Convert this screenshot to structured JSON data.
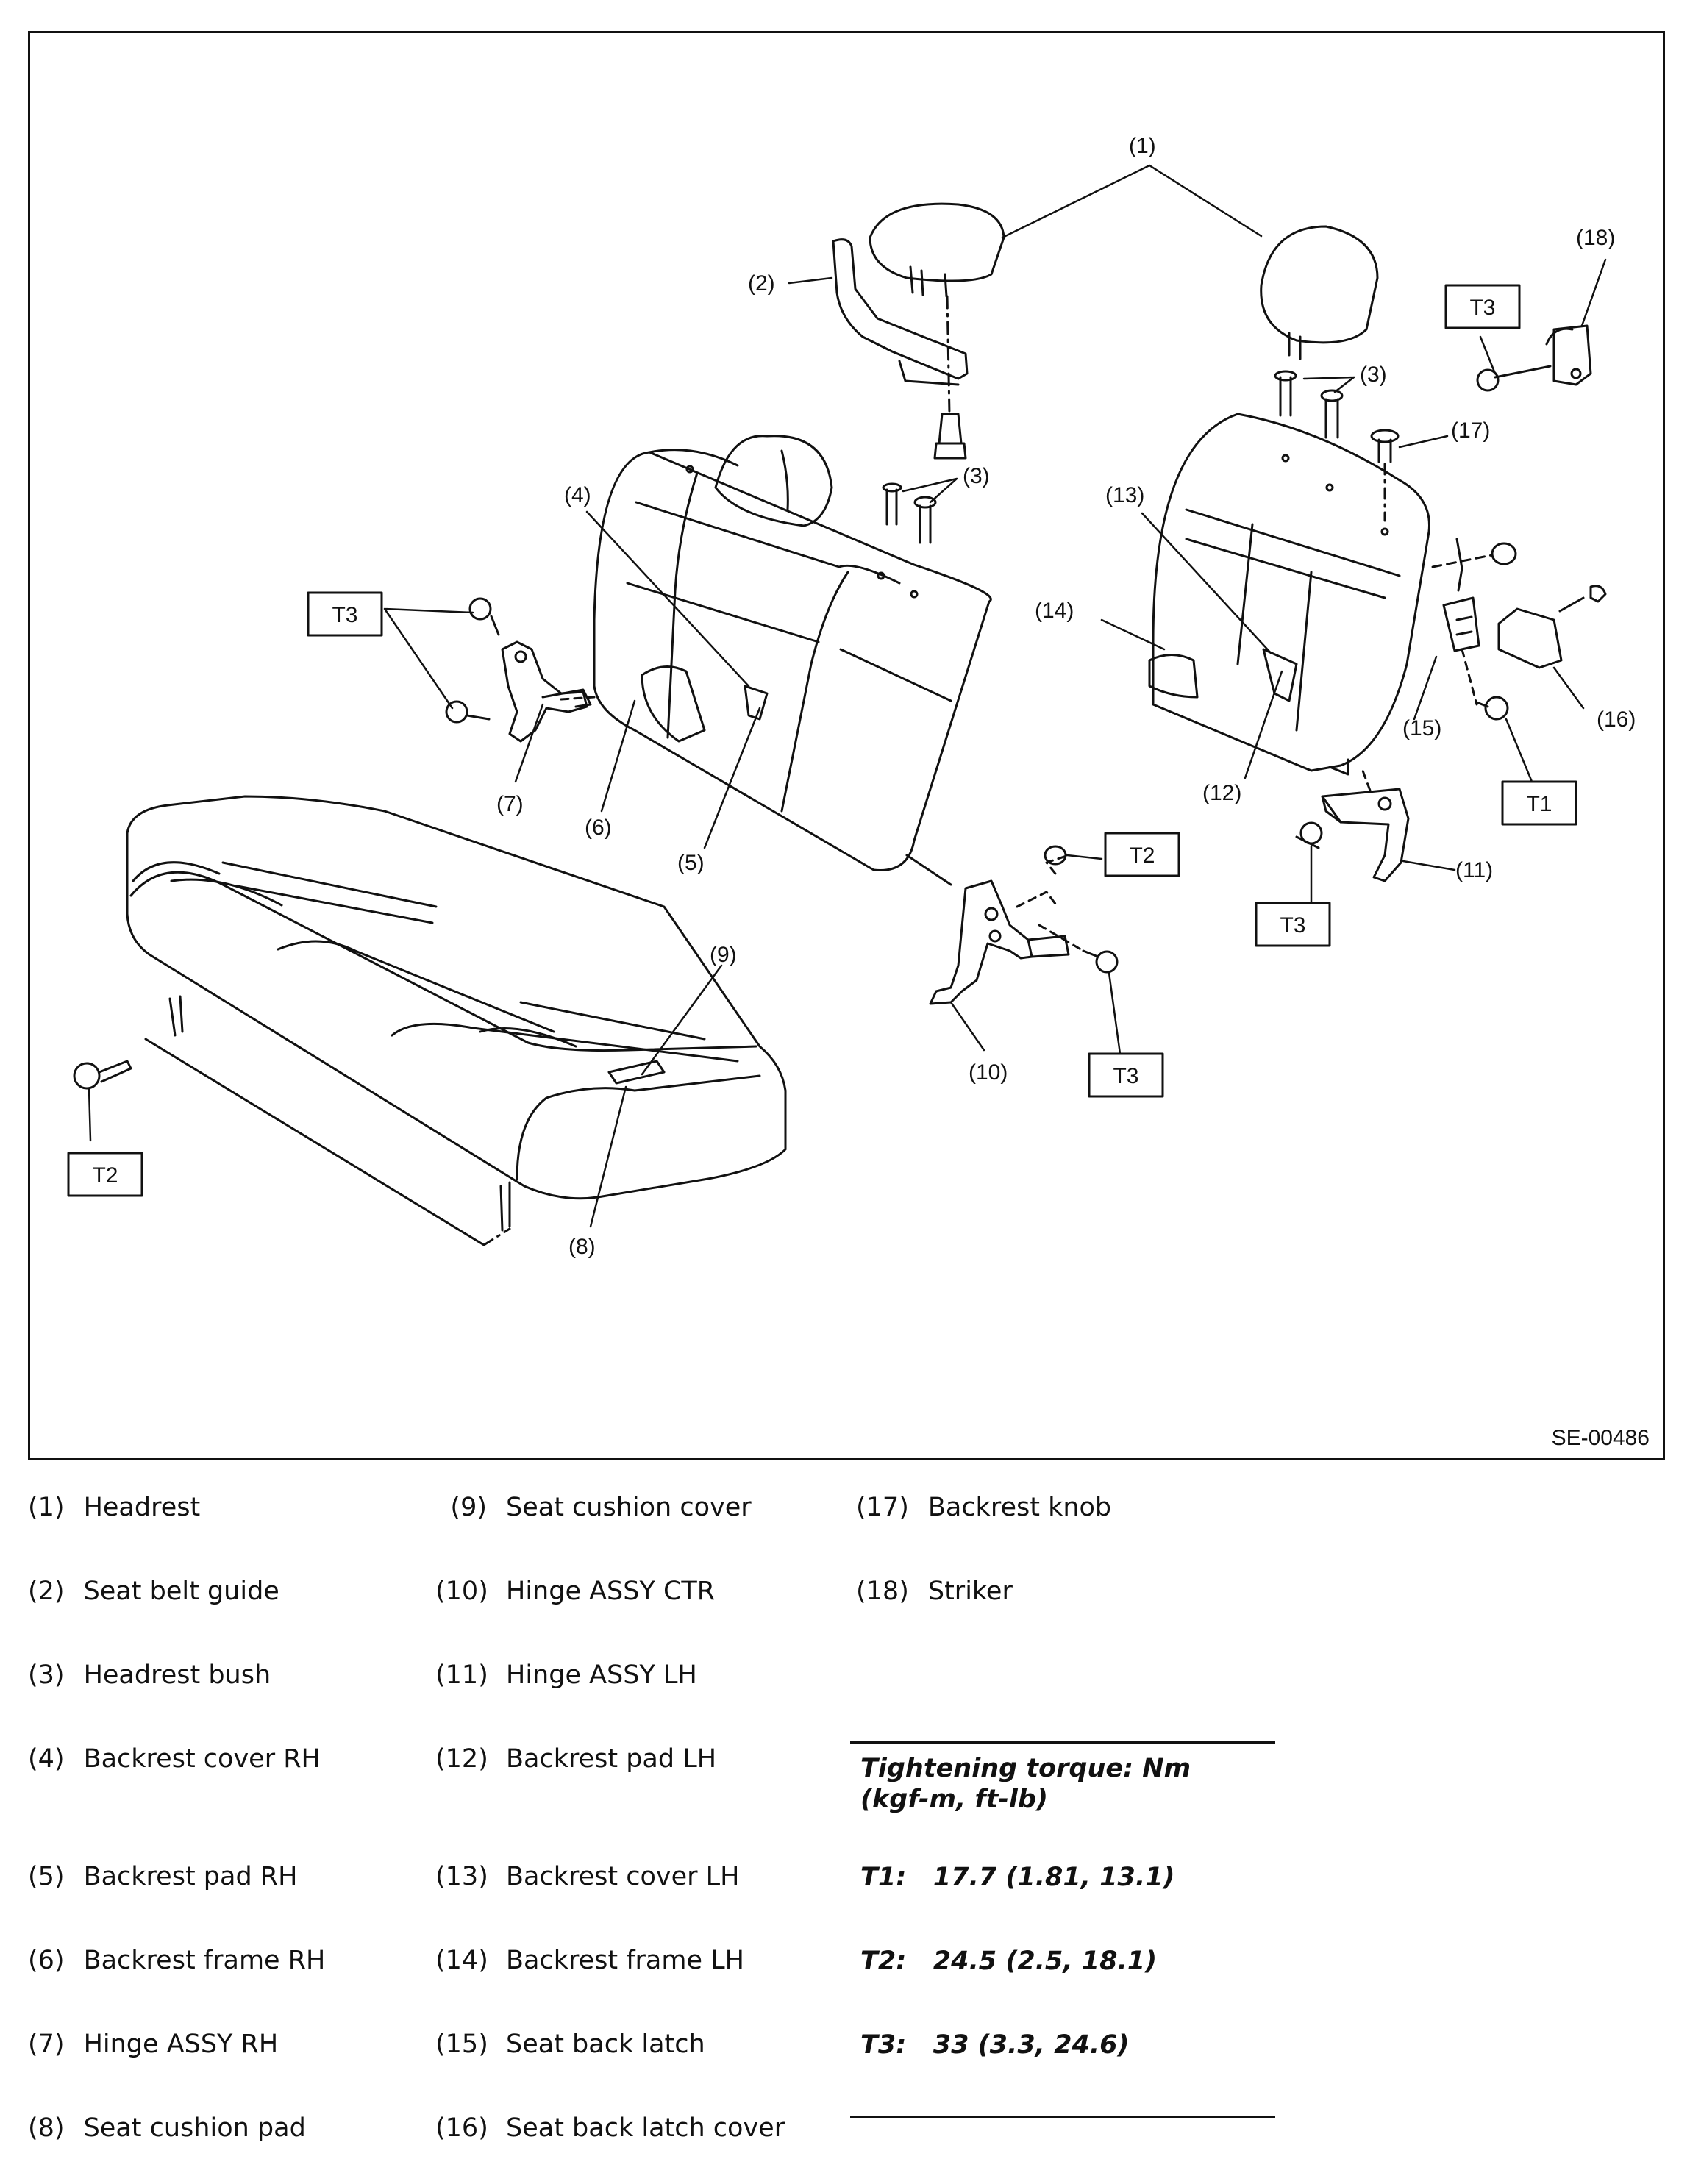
{
  "figure": {
    "code": "SE-00486",
    "callouts": [
      "(1)",
      "(2)",
      "(3)",
      "(3)",
      "(4)",
      "(5)",
      "(6)",
      "(7)",
      "(8)",
      "(9)",
      "(10)",
      "(11)",
      "(12)",
      "(13)",
      "(14)",
      "(15)",
      "(16)",
      "(17)",
      "(18)"
    ],
    "torque_tags": [
      "T3",
      "T3",
      "T3",
      "T3",
      "T2",
      "T2",
      "T1"
    ]
  },
  "legend": {
    "col1": [
      {
        "num": "(1)",
        "label": "Headrest"
      },
      {
        "num": "(2)",
        "label": "Seat belt guide"
      },
      {
        "num": "(3)",
        "label": "Headrest bush"
      },
      {
        "num": "(4)",
        "label": "Backrest cover RH"
      },
      {
        "num": "(5)",
        "label": "Backrest pad RH"
      },
      {
        "num": "(6)",
        "label": "Backrest frame RH"
      },
      {
        "num": "(7)",
        "label": "Hinge ASSY RH"
      },
      {
        "num": "(8)",
        "label": "Seat cushion pad"
      }
    ],
    "col2": [
      {
        "num": "(9)",
        "label": "Seat cushion cover"
      },
      {
        "num": "(10)",
        "label": "Hinge ASSY CTR"
      },
      {
        "num": "(11)",
        "label": "Hinge ASSY LH"
      },
      {
        "num": "(12)",
        "label": "Backrest pad LH"
      },
      {
        "num": "(13)",
        "label": "Backrest cover LH"
      },
      {
        "num": "(14)",
        "label": "Backrest frame LH"
      },
      {
        "num": "(15)",
        "label": "Seat back latch"
      },
      {
        "num": "(16)",
        "label": "Seat back latch cover"
      }
    ],
    "col3": [
      {
        "num": "(17)",
        "label": "Backrest knob"
      },
      {
        "num": "(18)",
        "label": "Striker"
      }
    ]
  },
  "torque": {
    "title_line1": "Tightening torque: Nm",
    "title_line2": "(kgf-m, ft-lb)",
    "t1": "T1:   17.7 (1.81, 13.1)",
    "t2": "T2:   24.5 (2.5, 18.1)",
    "t3": "T3:   33 (3.3, 24.6)"
  }
}
